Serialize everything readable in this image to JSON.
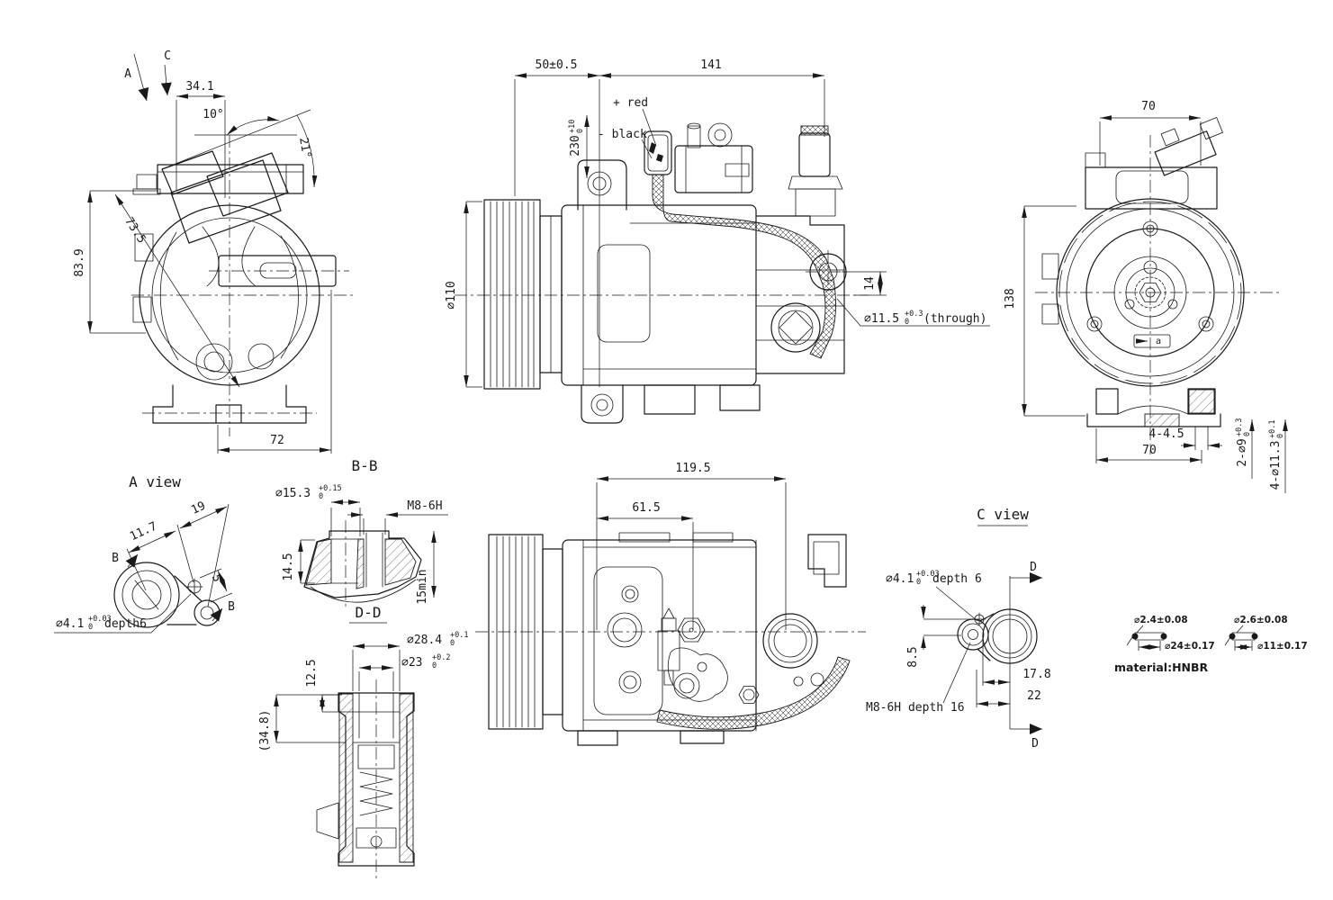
{
  "colors": {
    "background": "#ffffff",
    "line": "#1a1a1a"
  },
  "views": {
    "front_left": {
      "name_a": "A",
      "name_c": "C",
      "dim_width": "34.1",
      "dim_angle_head": "10°",
      "dim_angle_total": "21°",
      "dim_height": "83.9",
      "dim_diag": "73.5",
      "dim_base": "72"
    },
    "side": {
      "dim_pulley": "50±0.5",
      "dim_length": "141",
      "label_red": "+ red",
      "label_black": "- black",
      "dim_wire": {
        "value": "230",
        "tol_up": "+10",
        "tol_dn": "0"
      },
      "dim_pulley_dia": "⌀110",
      "dim_hole_offset": "14",
      "note_hole": {
        "value": "⌀11.5",
        "tol_up": "+0.3",
        "tol_dn": "0",
        "suffix": "(through)"
      }
    },
    "rear": {
      "dim_top": "70",
      "dim_height": "138",
      "dim_slot": "4-4.5",
      "dim_bottom": "70",
      "note_holes_9": {
        "value": "2-⌀9",
        "tol_up": "+0.3",
        "tol_dn": "0"
      },
      "note_holes_11": {
        "value": "4-⌀11.3",
        "tol_up": "+0.1",
        "tol_dn": "0"
      },
      "hub_tag": "a"
    },
    "a_view": {
      "title": "A view",
      "dim_1": "11.7",
      "dim_2": "19",
      "dim_3": "5",
      "label_b1": "B",
      "label_b2": "B",
      "note_hole": {
        "value": "⌀4.1",
        "tol_up": "+0.03",
        "tol_dn": "0",
        "suffix": "depth6"
      }
    },
    "section_bb": {
      "title": "B-B",
      "note_bore": {
        "value": "⌀15.3",
        "tol_up": "+0.15",
        "tol_dn": "0"
      },
      "thread": "M8-6H",
      "dim_depth": "14.5",
      "dim_min": "15min"
    },
    "section_dd": {
      "title": "D-D",
      "note_outer": {
        "value": "⌀28.4",
        "tol_up": "+0.1",
        "tol_dn": "0"
      },
      "note_inner": {
        "value": "⌀23",
        "tol_up": "+0.2",
        "tol_dn": "0"
      },
      "dim_step": "12.5",
      "dim_ref": "(34.8)"
    },
    "bottom_side": {
      "dim_length": "119.5",
      "dim_partial": "61.5"
    },
    "c_view": {
      "title": "C view",
      "label_d1": "D",
      "label_d2": "D",
      "note_hole": {
        "value": "⌀4.1",
        "tol_up": "+0.03",
        "tol_dn": "0",
        "suffix": "depth 6"
      },
      "dim_v": "8.5",
      "dim_h1": "17.8",
      "dim_h2": "22",
      "note_thread": "M8-6H depth 16"
    },
    "orings": {
      "left_section": "⌀2.4±0.08",
      "left_diameter": "⌀24±0.17",
      "right_section": "⌀2.6±0.08",
      "right_diameter": "⌀11±0.17",
      "material": "material:HNBR"
    }
  }
}
